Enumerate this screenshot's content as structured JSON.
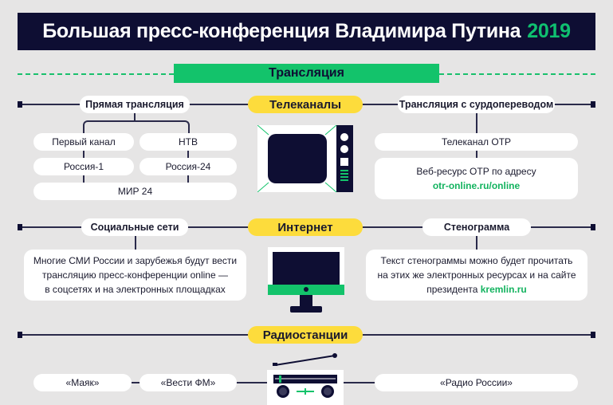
{
  "title": {
    "text": "Большая пресс-конференция Владимира Путина",
    "year": "2019"
  },
  "section": "Трансляция",
  "tv": {
    "category": "Телеканалы",
    "direct": "Прямая трансляция",
    "channels": [
      "Первый канал",
      "НТВ",
      "Россия-1",
      "Россия-24",
      "МИР 24"
    ],
    "sign": "Трансляция с сурдопереводом",
    "otr": "Телеканал ОТР",
    "web": "Веб-ресурс ОТР по адресу",
    "web_link": "otr-online.ru/online"
  },
  "internet": {
    "category": "Интернет",
    "social": "Социальные сети",
    "social_text": [
      "Многие СМИ России и зарубежья будут вести",
      "трансляцию пресс-конференции online —",
      "в соцсетях и на электронных площадках"
    ],
    "steno": "Стенограмма",
    "steno_text": [
      "Текст стенограммы можно будет прочитать",
      "на этих же электронных ресурсах и на сайте",
      "президента"
    ],
    "steno_link": "kremlin.ru"
  },
  "radio": {
    "category": "Радиостанции",
    "stations": [
      "«Маяк»",
      "«Вести ФМ»",
      "«Радио России»"
    ]
  },
  "colors": {
    "navy": "#0e0e33",
    "green": "#13c36b",
    "yellow": "#fddc3c"
  }
}
